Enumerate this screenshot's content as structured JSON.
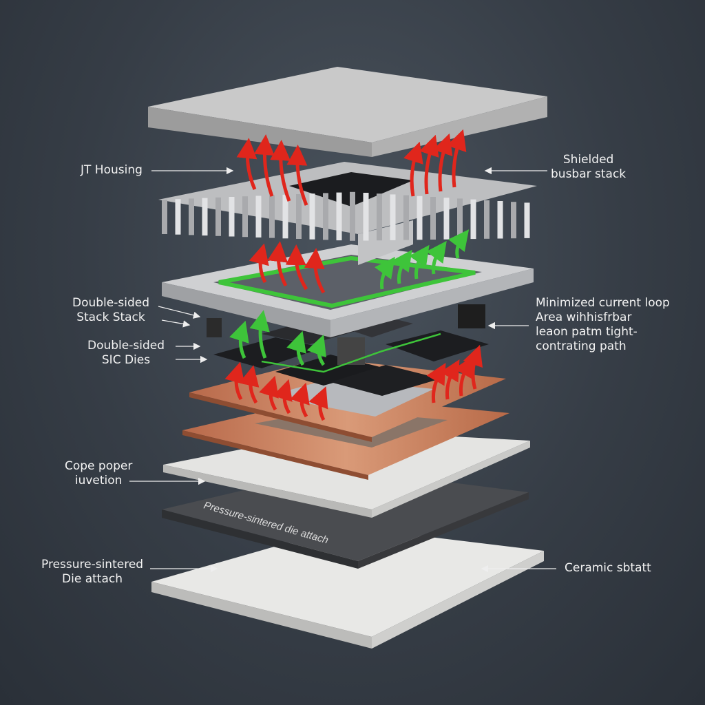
{
  "labels": {
    "jt_housing": "JT Housing",
    "shielded": [
      "Shielded",
      "busbar stack"
    ],
    "double_stack": [
      "Double-sided",
      "Stack Stack"
    ],
    "double_dies": [
      "Double-sided",
      "SIC Dies"
    ],
    "current_loop": [
      "Minimized current loop",
      "Area wihhisfrbar",
      "leaon patm tight-",
      "contrating path"
    ],
    "cope": [
      "Cope poper",
      "iuvetion"
    ],
    "pressure": [
      "Pressure-sintered",
      "Die attach"
    ],
    "ceramic": "Ceramic sbtatt",
    "sinter_layer_text": "Pressure-sintered die attach"
  },
  "colors": {
    "heat_arrow": "#e0261c",
    "current_arrow": "#3ec43a",
    "copper": "#c47a55",
    "ceramic": "#e6e6e4",
    "housing": "#c9c9c9"
  }
}
